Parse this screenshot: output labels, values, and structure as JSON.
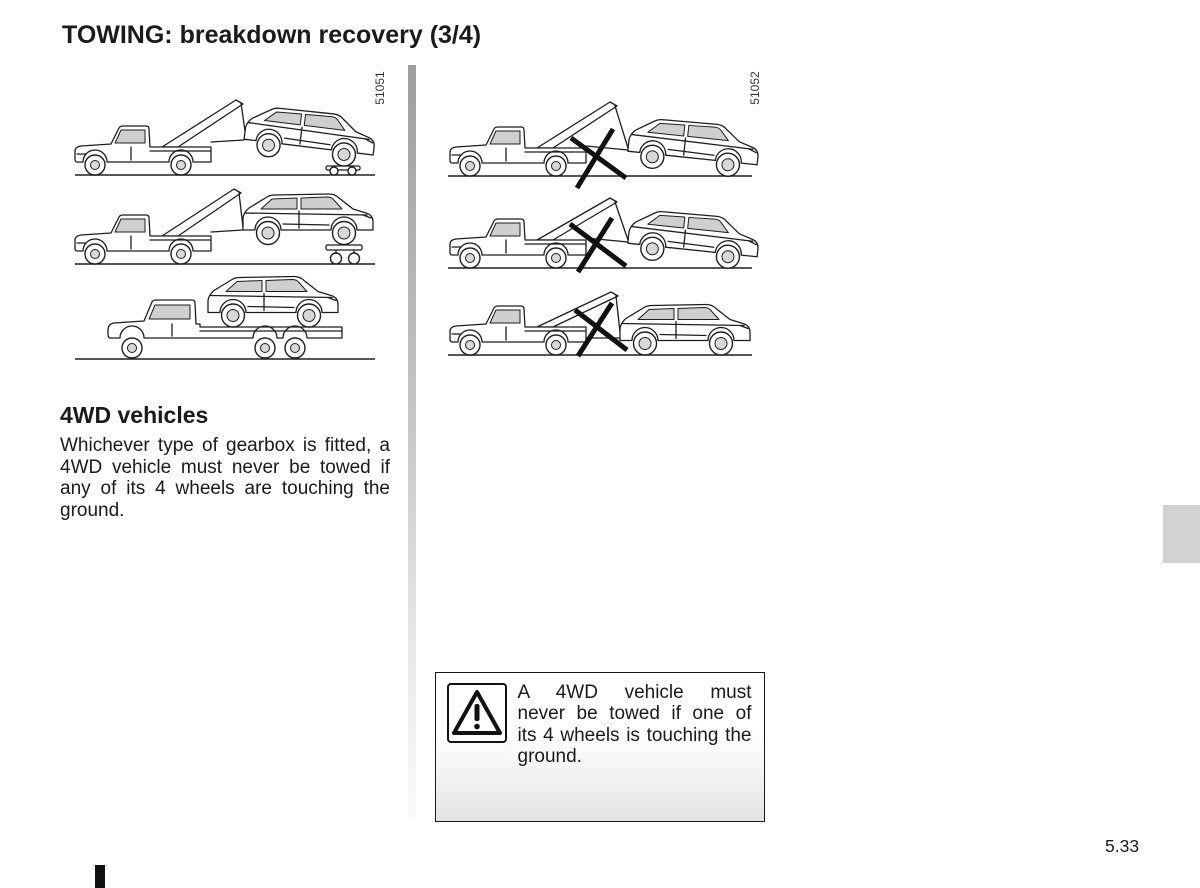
{
  "page": {
    "title": "TOWING: breakdown recovery (3/4)",
    "number": "5.33"
  },
  "figures": {
    "left_code": "51051",
    "right_code": "51052"
  },
  "section": {
    "heading": "4WD vehicles",
    "lines": [
      "Whichever type of gearbox is fitted, a",
      "4WD vehicle must never be towed if",
      "any of its 4 wheels are touching the",
      "ground."
    ]
  },
  "warning": {
    "icon": "warning-triangle-icon",
    "lines": [
      "A 4WD vehicle must",
      "never be towed if one of",
      "its 4 wheels is touching the",
      "ground."
    ]
  },
  "icons": {
    "truck": "tow-truck-icon",
    "car": "suv-icon",
    "prohibited": "cross-mark-icon",
    "warning": "warning-triangle-icon"
  },
  "colors": {
    "text": "#1a1a1a",
    "tab": "#d2d2d2",
    "divider_top": "#9e9e9e",
    "divider_bottom": "#fbfbfb",
    "warning_fill": "#e4e4e4",
    "border": "#1a1a1a"
  }
}
